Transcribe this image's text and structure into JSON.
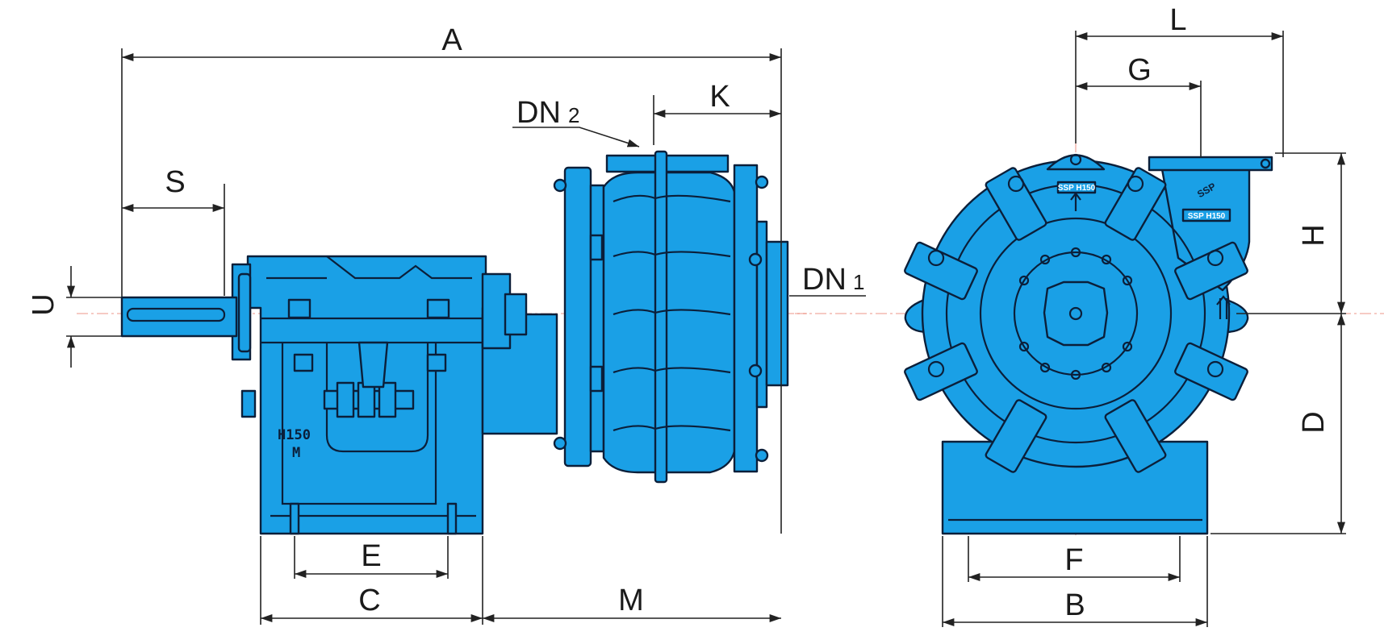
{
  "colors": {
    "body": "#1aa0e6",
    "line": "#0b1f3a",
    "dim_line": "#222222",
    "centerline": "#e0503a"
  },
  "side_view": {
    "markings": {
      "line1": "H150",
      "line2": "M"
    }
  },
  "front_view": {
    "markings": {
      "volute_plate": "SSP H150",
      "frame_plate": "SSP H150",
      "logo": "SSP"
    }
  },
  "dimensions": {
    "A": "A",
    "S": "S",
    "U": "U",
    "C": "C",
    "E": "E",
    "M": "M",
    "K": "K",
    "DN2": {
      "base": "DN",
      "sub": "2"
    },
    "DN1": {
      "base": "DN",
      "sub": "1"
    },
    "L": "L",
    "G": "G",
    "H": "H",
    "D": "D",
    "F": "F",
    "B": "B"
  }
}
